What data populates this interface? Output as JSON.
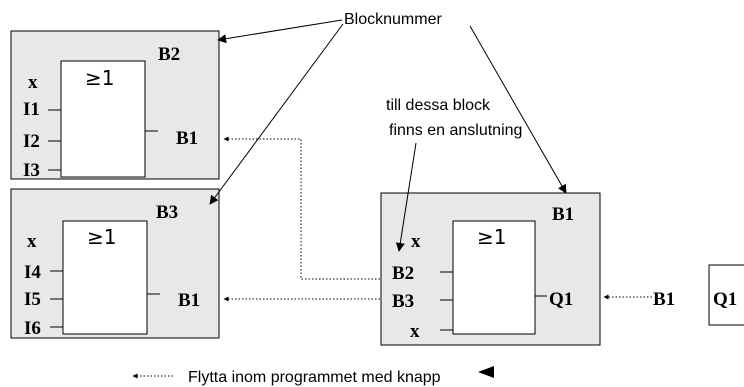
{
  "callouts": {
    "blocknummer": "Blocknummer",
    "connection_line1": "till dessa block",
    "connection_line2": "finns en anslutning",
    "legend": "Flytta inom programmet med knapp"
  },
  "block_b2": {
    "number": "B2",
    "gate": "≥1",
    "x": "x",
    "inputs": [
      "I1",
      "I2",
      "I3"
    ],
    "output": "B1"
  },
  "block_b3": {
    "number": "B3",
    "gate": "≥1",
    "x": "x",
    "inputs": [
      "I4",
      "I5",
      "I6"
    ],
    "output": "B1"
  },
  "block_b1": {
    "number": "B1",
    "gate": "≥1",
    "x_top": "x",
    "inputs": [
      "B2",
      "B3",
      "x"
    ],
    "output": "Q1"
  },
  "right_chain": {
    "source": "B1",
    "target": "Q1"
  },
  "colors": {
    "block_fill": "#e8e8e8",
    "gate_fill": "#ffffff",
    "stroke": "#000000"
  }
}
